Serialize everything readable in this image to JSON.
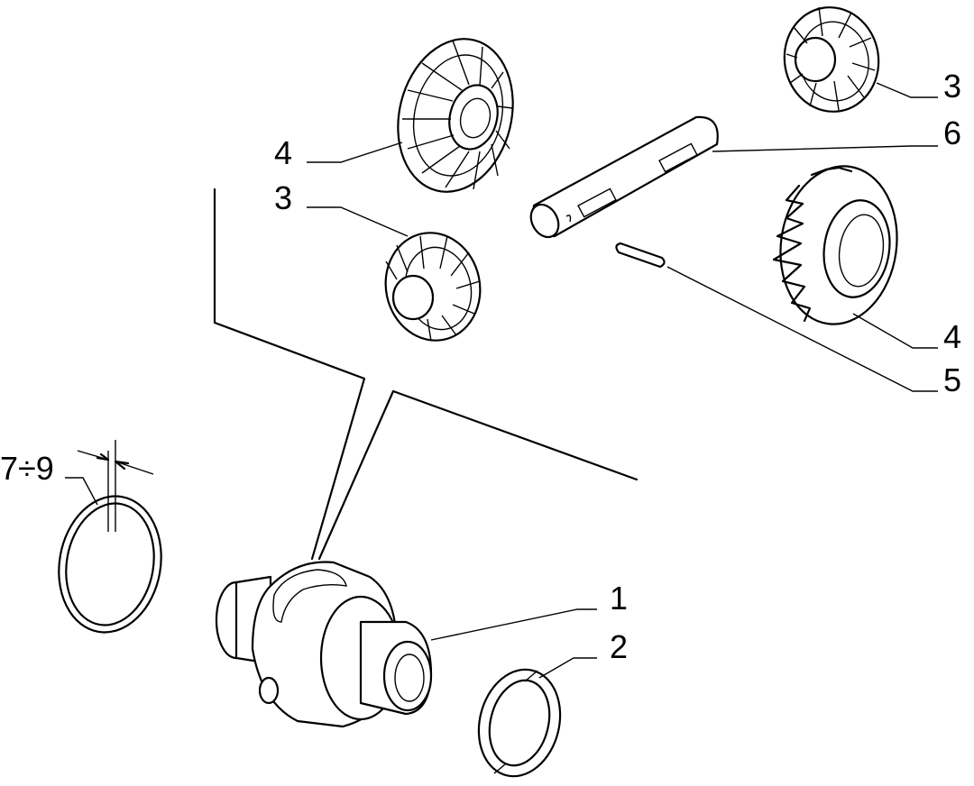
{
  "labels": {
    "p1": "1",
    "p2": "2",
    "p3_top": "3",
    "p3_left": "3",
    "p4_left": "4",
    "p4_right": "4",
    "p5": "5",
    "p6": "6",
    "range": "7÷9"
  }
}
